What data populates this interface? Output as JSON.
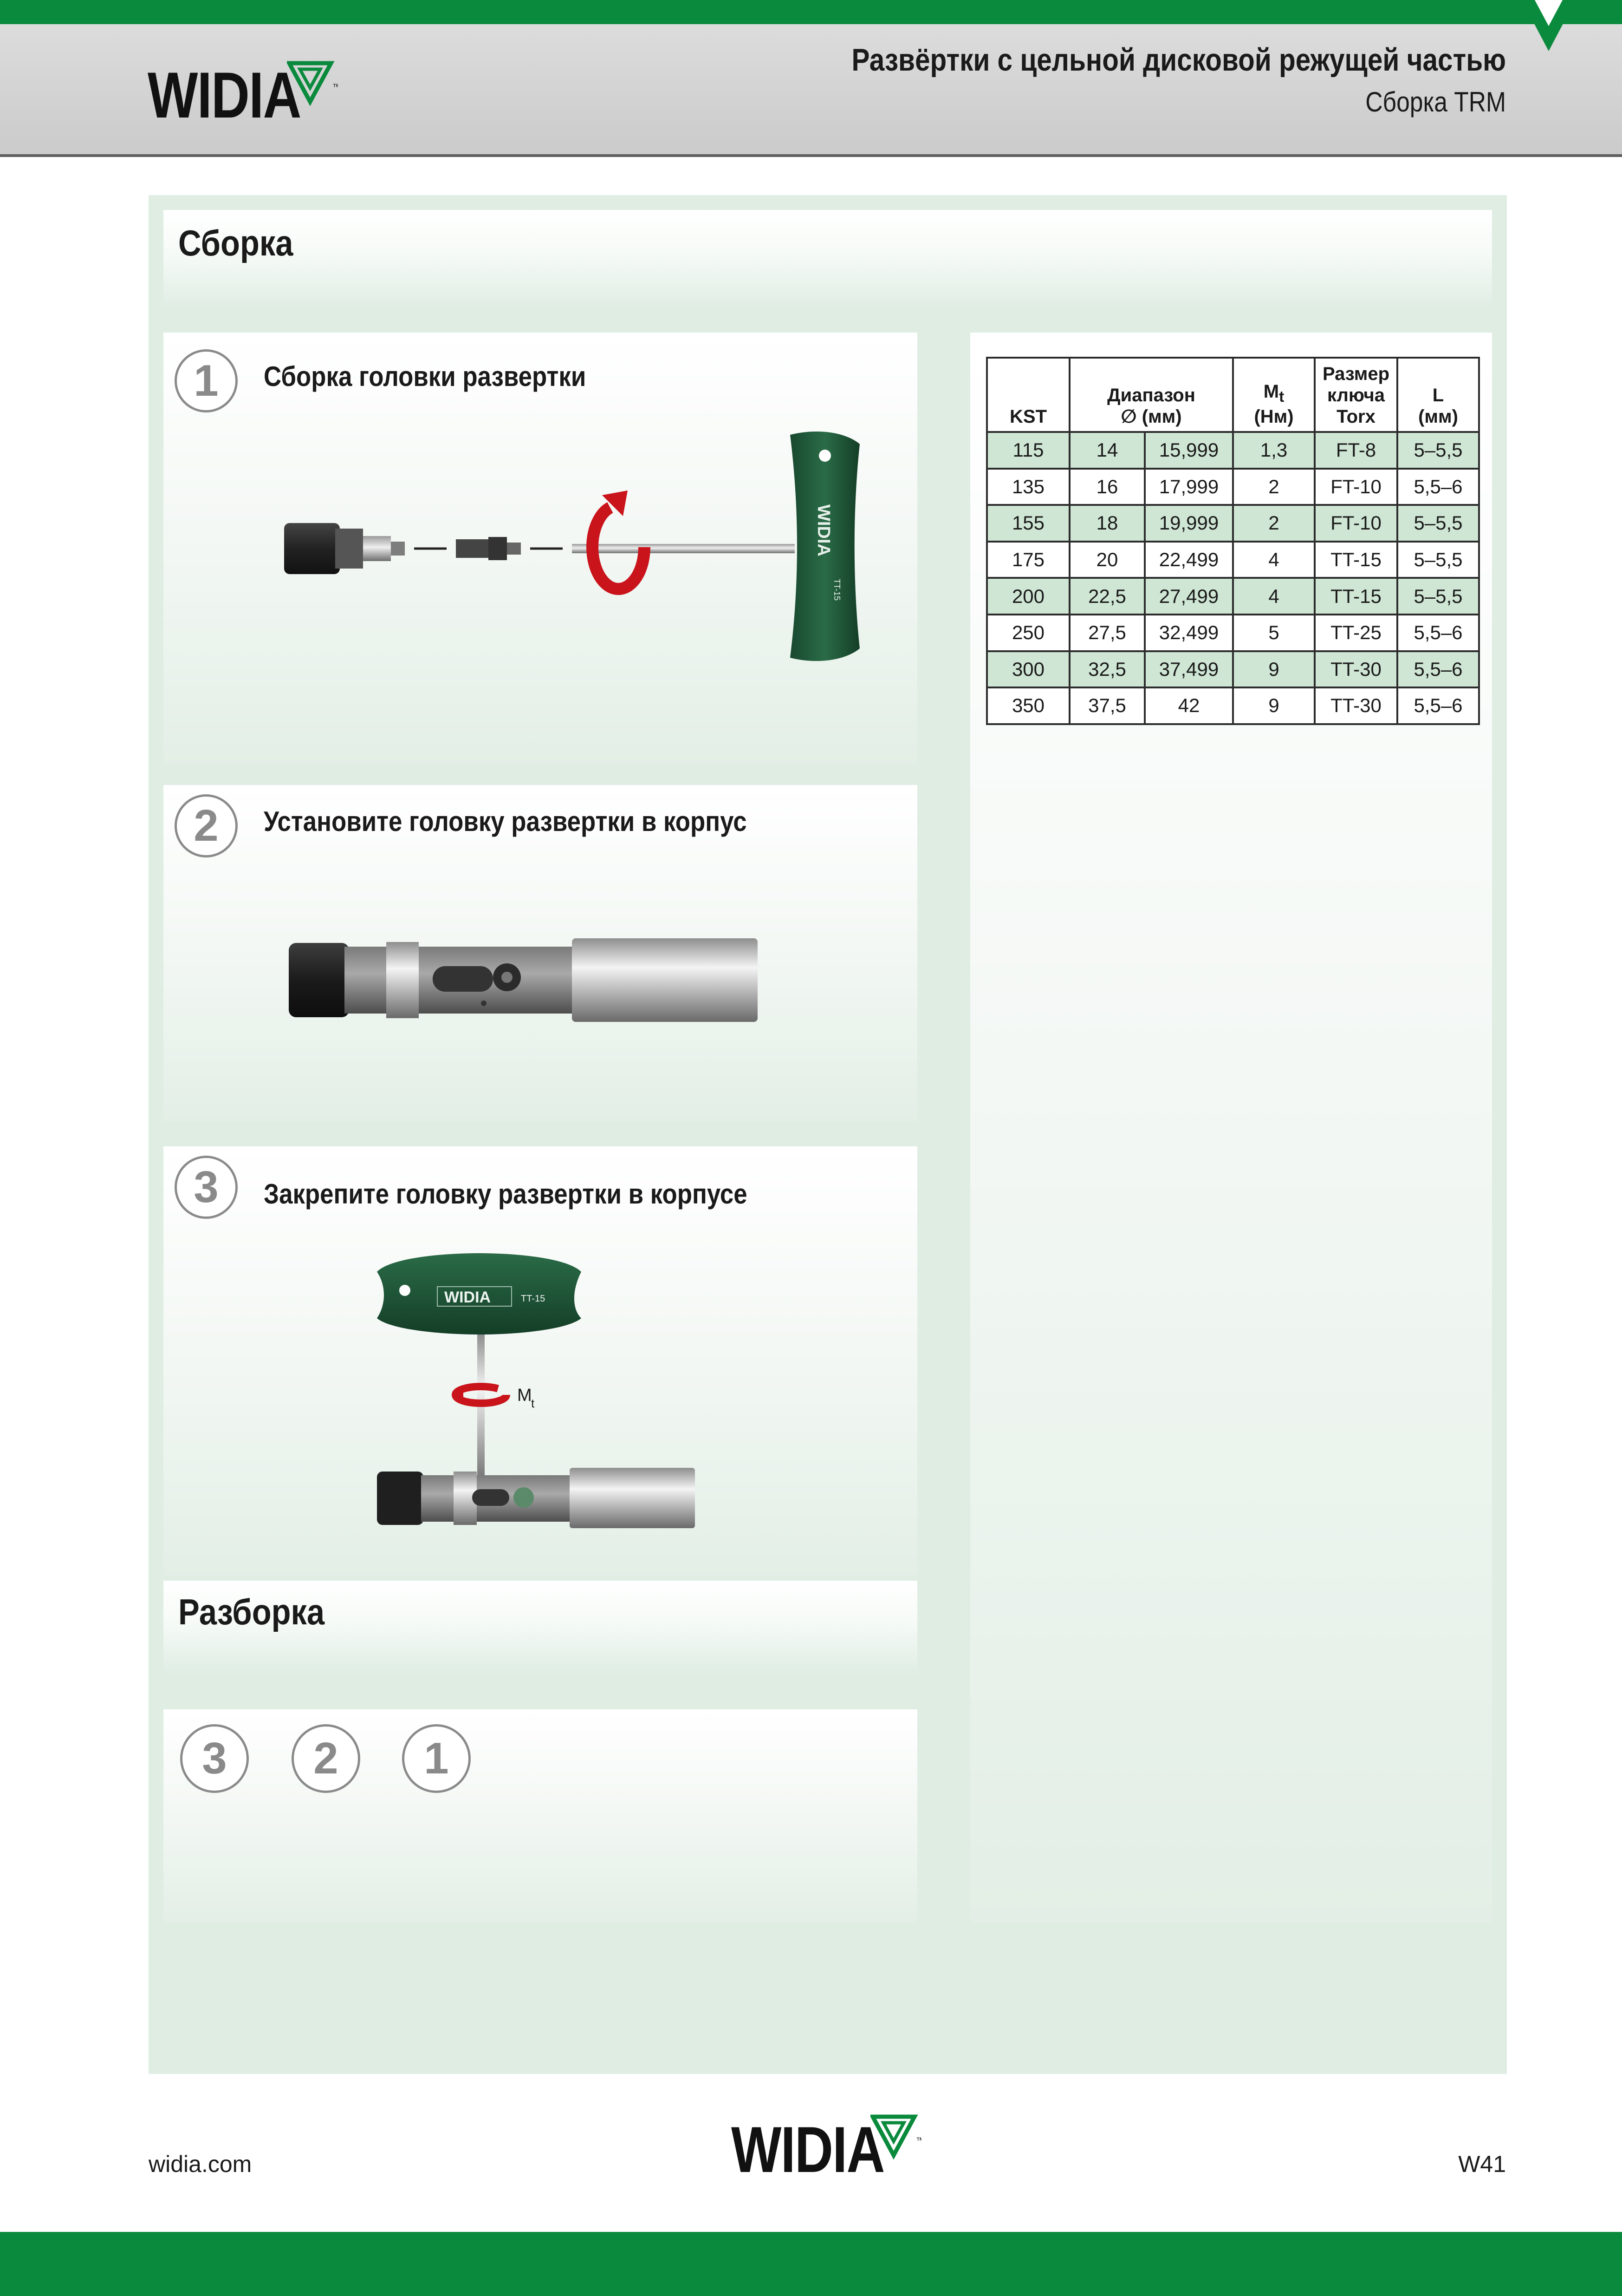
{
  "header": {
    "logo_text": "WIDIA",
    "title": "Развёртки с цельной дисковой режущей частью",
    "subtitle": "Сборка TRM"
  },
  "assembly": {
    "heading": "Сборка",
    "steps": [
      {
        "number": "1",
        "title": "Сборка головки развертки"
      },
      {
        "number": "2",
        "title": "Установите головку развертки в корпус"
      },
      {
        "number": "3",
        "title": "Закрепите головку развертки в корпусе"
      }
    ],
    "wrench_brand": "WIDIA",
    "wrench_size": "TT-15",
    "torque_label_main": "M",
    "torque_label_sub": "t"
  },
  "disassembly": {
    "heading": "Разборка",
    "steps": [
      "3",
      "2",
      "1"
    ]
  },
  "table": {
    "headers": {
      "kst": "KST",
      "range_line1": "Диапазон",
      "range_line2": "∅ (мм)",
      "mt_main": "M",
      "mt_sub": "t",
      "mt_unit": "(Нм)",
      "key_line1": "Размер",
      "key_line2": "ключа",
      "key_line3": "Torx",
      "l_line1": "L",
      "l_line2": "(мм)"
    },
    "rows": [
      {
        "kst": "115",
        "d_min": "14",
        "d_max": "15,999",
        "mt": "1,3",
        "key": "FT-8",
        "l": "5–5,5"
      },
      {
        "kst": "135",
        "d_min": "16",
        "d_max": "17,999",
        "mt": "2",
        "key": "FT-10",
        "l": "5,5–6"
      },
      {
        "kst": "155",
        "d_min": "18",
        "d_max": "19,999",
        "mt": "2",
        "key": "FT-10",
        "l": "5–5,5"
      },
      {
        "kst": "175",
        "d_min": "20",
        "d_max": "22,499",
        "mt": "4",
        "key": "TT-15",
        "l": "5–5,5"
      },
      {
        "kst": "200",
        "d_min": "22,5",
        "d_max": "27,499",
        "mt": "4",
        "key": "TT-15",
        "l": "5–5,5"
      },
      {
        "kst": "250",
        "d_min": "27,5",
        "d_max": "32,499",
        "mt": "5",
        "key": "TT-25",
        "l": "5,5–6"
      },
      {
        "kst": "300",
        "d_min": "32,5",
        "d_max": "37,499",
        "mt": "9",
        "key": "TT-30",
        "l": "5,5–6"
      },
      {
        "kst": "350",
        "d_min": "37,5",
        "d_max": "42",
        "mt": "9",
        "key": "TT-30",
        "l": "5,5–6"
      }
    ]
  },
  "footer": {
    "url": "widia.com",
    "logo_text": "WIDIA",
    "page": "W41"
  },
  "colors": {
    "brand_green": "#0a8a3c",
    "wrench_green": "#1f5a3a",
    "row_shade": "#cfe6d4",
    "frame_bg": "#dfede3"
  }
}
